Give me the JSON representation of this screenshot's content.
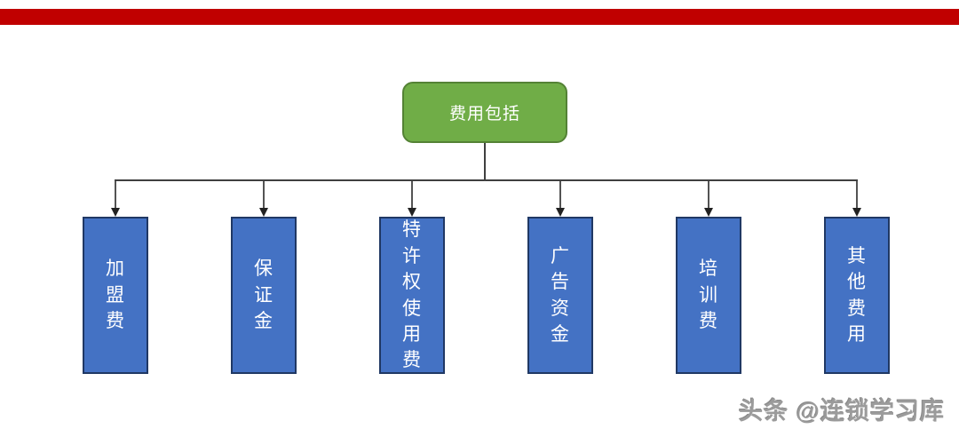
{
  "top_bar": {
    "color": "#c00000"
  },
  "diagram": {
    "root": {
      "label": "费用包括",
      "fill": "#70ad47",
      "border_color": "#548235",
      "text_color": "#ffffff"
    },
    "branches": [
      {
        "label": "加盟费"
      },
      {
        "label": "保证金"
      },
      {
        "label": "特许权使用费"
      },
      {
        "label": "广告资金"
      },
      {
        "label": "培训费"
      },
      {
        "label": "其他费用"
      }
    ],
    "branch_style": {
      "fill": "#4472c4",
      "border_color": "#203864",
      "text_color": "#ffffff"
    },
    "connector_color": "#404040"
  },
  "watermark": {
    "text": "头条 @连锁学习库",
    "color": "#9b9b9b"
  }
}
